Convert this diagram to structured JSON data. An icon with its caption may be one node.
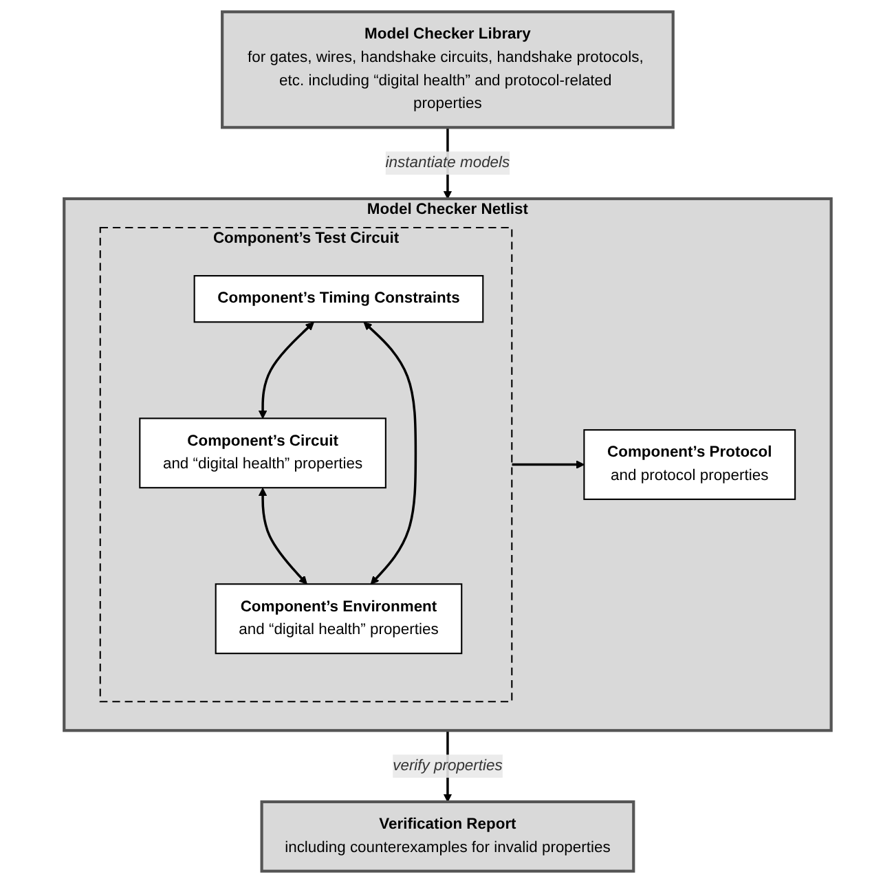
{
  "diagram": {
    "nodes": [
      {
        "text": [
          "Model Checker Library",
          "for gates, wires, handshake circuits, handshake protocols, etc. including “digital health” and protocol-related properties"
        ]
      },
      {
        "text": [
          "Model Checker Netlist"
        ]
      },
      {
        "text": [
          "Component’s Test Circuit"
        ],
        "in": 1
      },
      {
        "text": [
          "Component’s Timing Constraints"
        ],
        "in": 2
      },
      {
        "text": [
          "Component’s Circuit",
          "and “digital health” properties"
        ],
        "in": 2
      },
      {
        "text": [
          "Component’s Environment",
          "and “digital health” properties"
        ],
        "in": 2
      },
      {
        "text": [
          "Component’s Protocol",
          "and protocol properties"
        ],
        "in": 1
      },
      {
        "text": [
          "Verification Report",
          "including counterexamples for invalid properties"
        ]
      }
    ],
    "edges": [
      {
        "from": 0,
        "to": 1,
        "arrow": "to",
        "label": "instantiate models"
      },
      {
        "from": 3,
        "to": 4,
        "arrow": "both"
      },
      {
        "from": 4,
        "to": 5,
        "arrow": "both"
      },
      {
        "from": 3,
        "to": 5,
        "arrow": "both"
      },
      {
        "from": 2,
        "to": 6,
        "arrow": "to"
      },
      {
        "from": 1,
        "to": 7,
        "arrow": "to",
        "label": "verify properties"
      }
    ]
  }
}
